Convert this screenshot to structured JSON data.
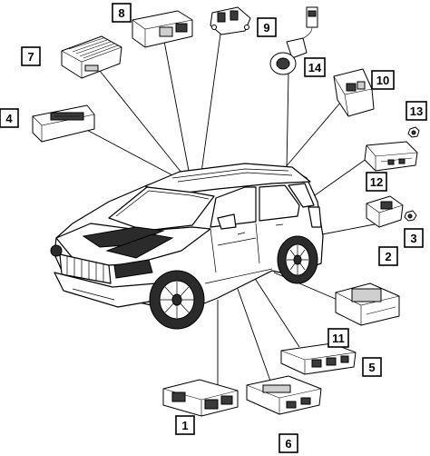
{
  "diagram": {
    "callouts": [
      {
        "id": "1",
        "label": "1"
      },
      {
        "id": "2",
        "label": "2"
      },
      {
        "id": "3",
        "label": "3"
      },
      {
        "id": "4",
        "label": "4"
      },
      {
        "id": "5",
        "label": "5"
      },
      {
        "id": "6",
        "label": "6"
      },
      {
        "id": "7",
        "label": "7"
      },
      {
        "id": "8",
        "label": "8"
      },
      {
        "id": "9",
        "label": "9"
      },
      {
        "id": "10",
        "label": "10"
      },
      {
        "id": "11",
        "label": "11"
      },
      {
        "id": "12",
        "label": "12"
      },
      {
        "id": "13",
        "label": "13"
      },
      {
        "id": "14",
        "label": "14"
      }
    ],
    "parts": [
      {
        "callout": "1",
        "icon": "module-bracket-icon"
      },
      {
        "callout": "2",
        "icon": "sensor-module-icon"
      },
      {
        "callout": "3",
        "icon": "nut-icon"
      },
      {
        "callout": "4",
        "icon": "control-module-icon"
      },
      {
        "callout": "5",
        "icon": "module-bracket-icon"
      },
      {
        "callout": "6",
        "icon": "control-module-icon"
      },
      {
        "callout": "7",
        "icon": "amplifier-icon"
      },
      {
        "callout": "8",
        "icon": "control-module-icon"
      },
      {
        "callout": "9",
        "icon": "sensor-module-icon"
      },
      {
        "callout": "10",
        "icon": "control-module-icon"
      },
      {
        "callout": "11",
        "icon": "control-module-icon"
      },
      {
        "callout": "12",
        "icon": "control-module-icon"
      },
      {
        "callout": "13",
        "icon": "nut-icon"
      },
      {
        "callout": "14",
        "icon": "ignition-switch-icon"
      }
    ],
    "vehicle": {
      "icon": "suv-icon"
    }
  }
}
